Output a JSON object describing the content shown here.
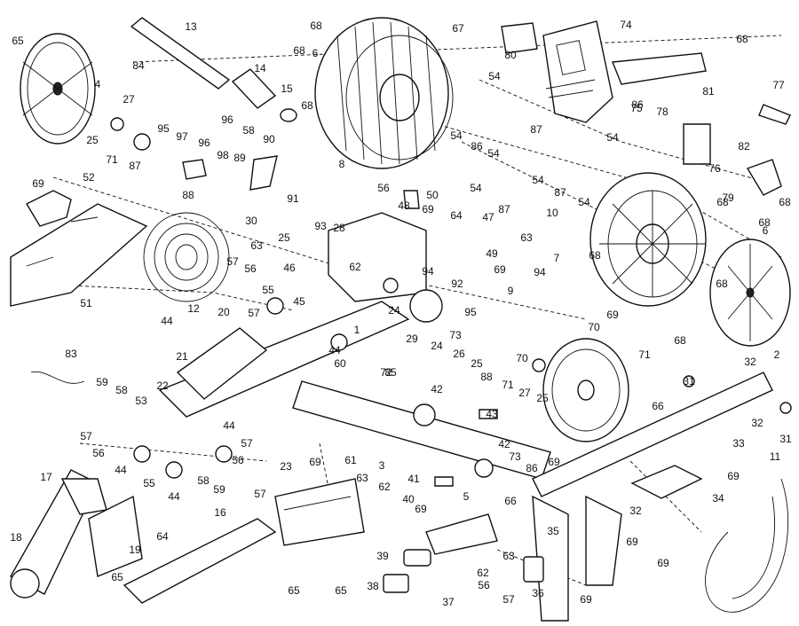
{
  "diagram": {
    "callouts": [
      "1",
      "2",
      "3",
      "4",
      "5",
      "6",
      "6",
      "7",
      "8",
      "9",
      "10",
      "11",
      "12",
      "13",
      "14",
      "15",
      "16",
      "17",
      "18",
      "19",
      "20",
      "21",
      "22",
      "23",
      "24",
      "24",
      "25",
      "25",
      "25",
      "25",
      "26",
      "27",
      "27",
      "28",
      "29",
      "30",
      "31",
      "31",
      "32",
      "32",
      "32",
      "33",
      "34",
      "35",
      "36",
      "37",
      "38",
      "39",
      "40",
      "41",
      "42",
      "42",
      "43",
      "44",
      "44",
      "44",
      "44",
      "44",
      "45",
      "46",
      "47",
      "48",
      "49",
      "50",
      "51",
      "52",
      "53",
      "54",
      "54",
      "54",
      "54",
      "54",
      "54",
      "54",
      "55",
      "55",
      "56",
      "56",
      "56",
      "56",
      "56",
      "57",
      "57",
      "57",
      "57",
      "57",
      "57",
      "58",
      "58",
      "58",
      "59",
      "59",
      "60",
      "61",
      "62",
      "62",
      "62",
      "63",
      "63",
      "63",
      "63",
      "64",
      "64",
      "65",
      "65",
      "65",
      "65",
      "66",
      "66",
      "67",
      "68",
      "68",
      "68",
      "68",
      "68",
      "68",
      "68",
      "68",
      "68",
      "68",
      "69",
      "69",
      "69",
      "69",
      "69",
      "69",
      "69",
      "69",
      "69",
      "69",
      "69",
      "70",
      "70",
      "71",
      "71",
      "71",
      "72",
      "73",
      "73",
      "74",
      "75",
      "76",
      "77",
      "78",
      "79",
      "80",
      "81",
      "82",
      "83",
      "84",
      "85",
      "86",
      "86",
      "86",
      "87",
      "87",
      "87",
      "87",
      "88",
      "88",
      "89",
      "90",
      "91",
      "92",
      "93",
      "94",
      "94",
      "95",
      "95",
      "96",
      "96",
      "97",
      "98",
      "98"
    ]
  },
  "icons": {
    "part_outline": "mechanical-part",
    "fastener": "screw"
  }
}
